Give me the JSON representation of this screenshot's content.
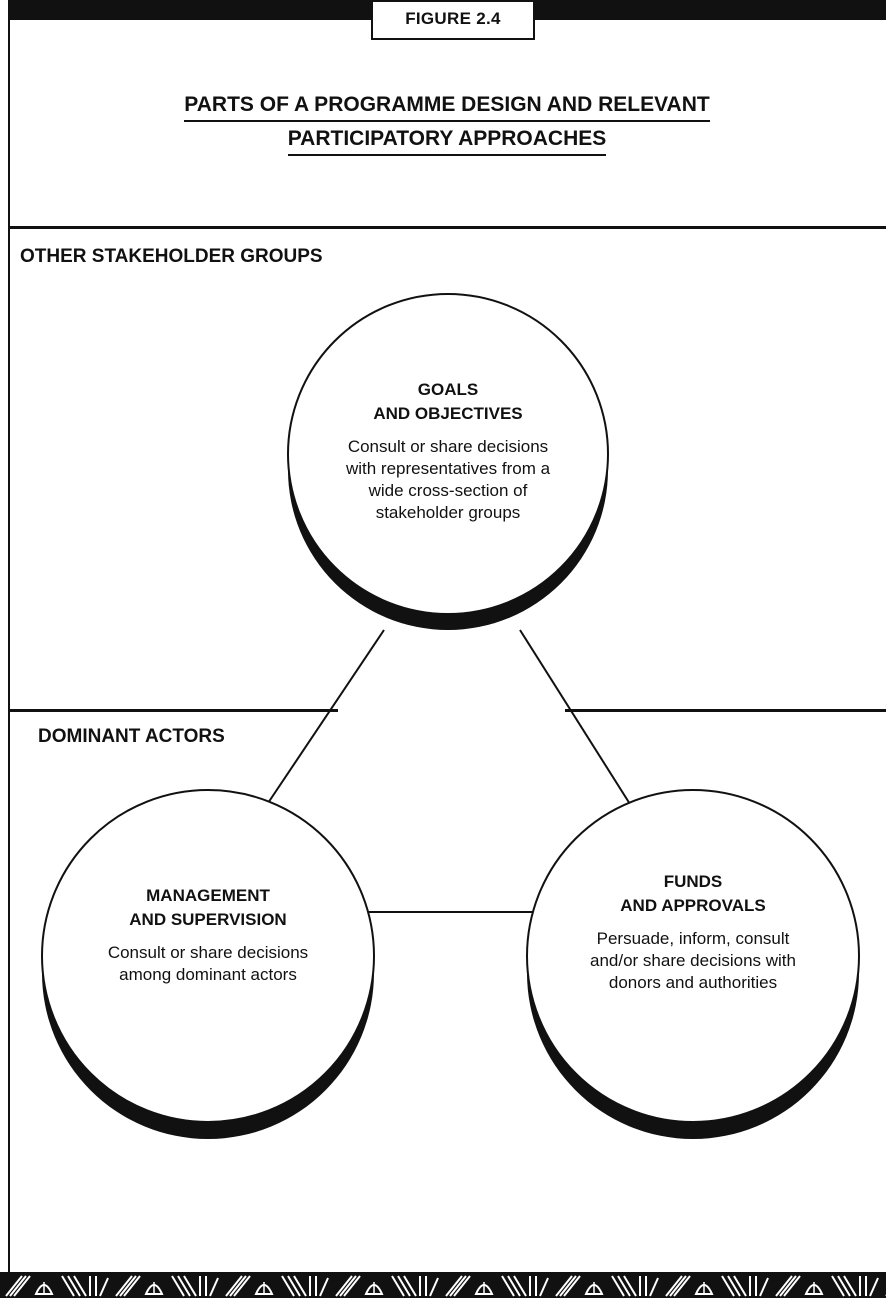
{
  "figure_label": "FIGURE 2.4",
  "title": {
    "line1": "PARTS OF A PROGRAMME DESIGN AND RELEVANT",
    "line2": "PARTICIPATORY APPROACHES"
  },
  "groups": {
    "other": "OTHER STAKEHOLDER GROUPS",
    "dominant": "DOMINANT ACTORS"
  },
  "nodes": {
    "goals": {
      "head1": "GOALS",
      "head2": "AND OBJECTIVES",
      "body1": "Consult or share decisions",
      "body2": "with representatives from a",
      "body3": "wide cross-section of",
      "body4": "stakeholder groups"
    },
    "management": {
      "head1": "MANAGEMENT",
      "head2": "AND SUPERVISION",
      "body1": "Consult or share decisions",
      "body2": "among dominant actors"
    },
    "funds": {
      "head1": "FUNDS",
      "head2": "AND APPROVALS",
      "body1": "Persuade,  inform,  consult",
      "body2": "and/or share decisions with",
      "body3": "donors and authorities"
    }
  },
  "colors": {
    "ink": "#111111",
    "paper": "#ffffff"
  }
}
